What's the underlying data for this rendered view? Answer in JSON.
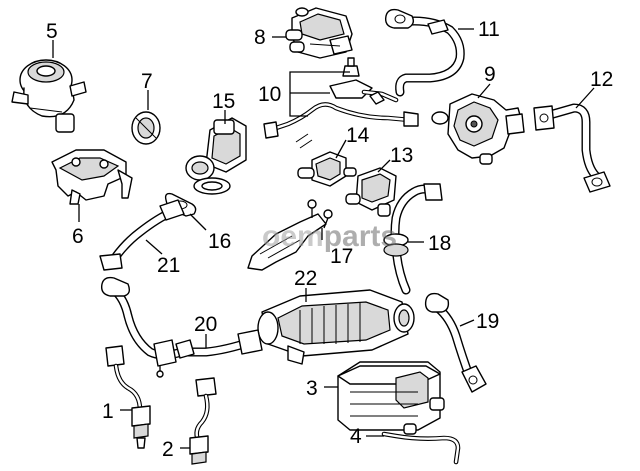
{
  "diagram": {
    "watermark": {
      "prefix": "oem",
      "suffix": "parts"
    },
    "callouts": {
      "p1": "1",
      "p2": "2",
      "p3": "3",
      "p4": "4",
      "p5": "5",
      "p6": "6",
      "p7": "7",
      "p8": "8",
      "p9": "9",
      "p10": "10",
      "p11": "11",
      "p12": "12",
      "p13": "13",
      "p14": "14",
      "p15": "15",
      "p16": "16",
      "p17": "17",
      "p18": "18",
      "p19": "19",
      "p20": "20",
      "p21": "21",
      "p22": "22"
    }
  }
}
